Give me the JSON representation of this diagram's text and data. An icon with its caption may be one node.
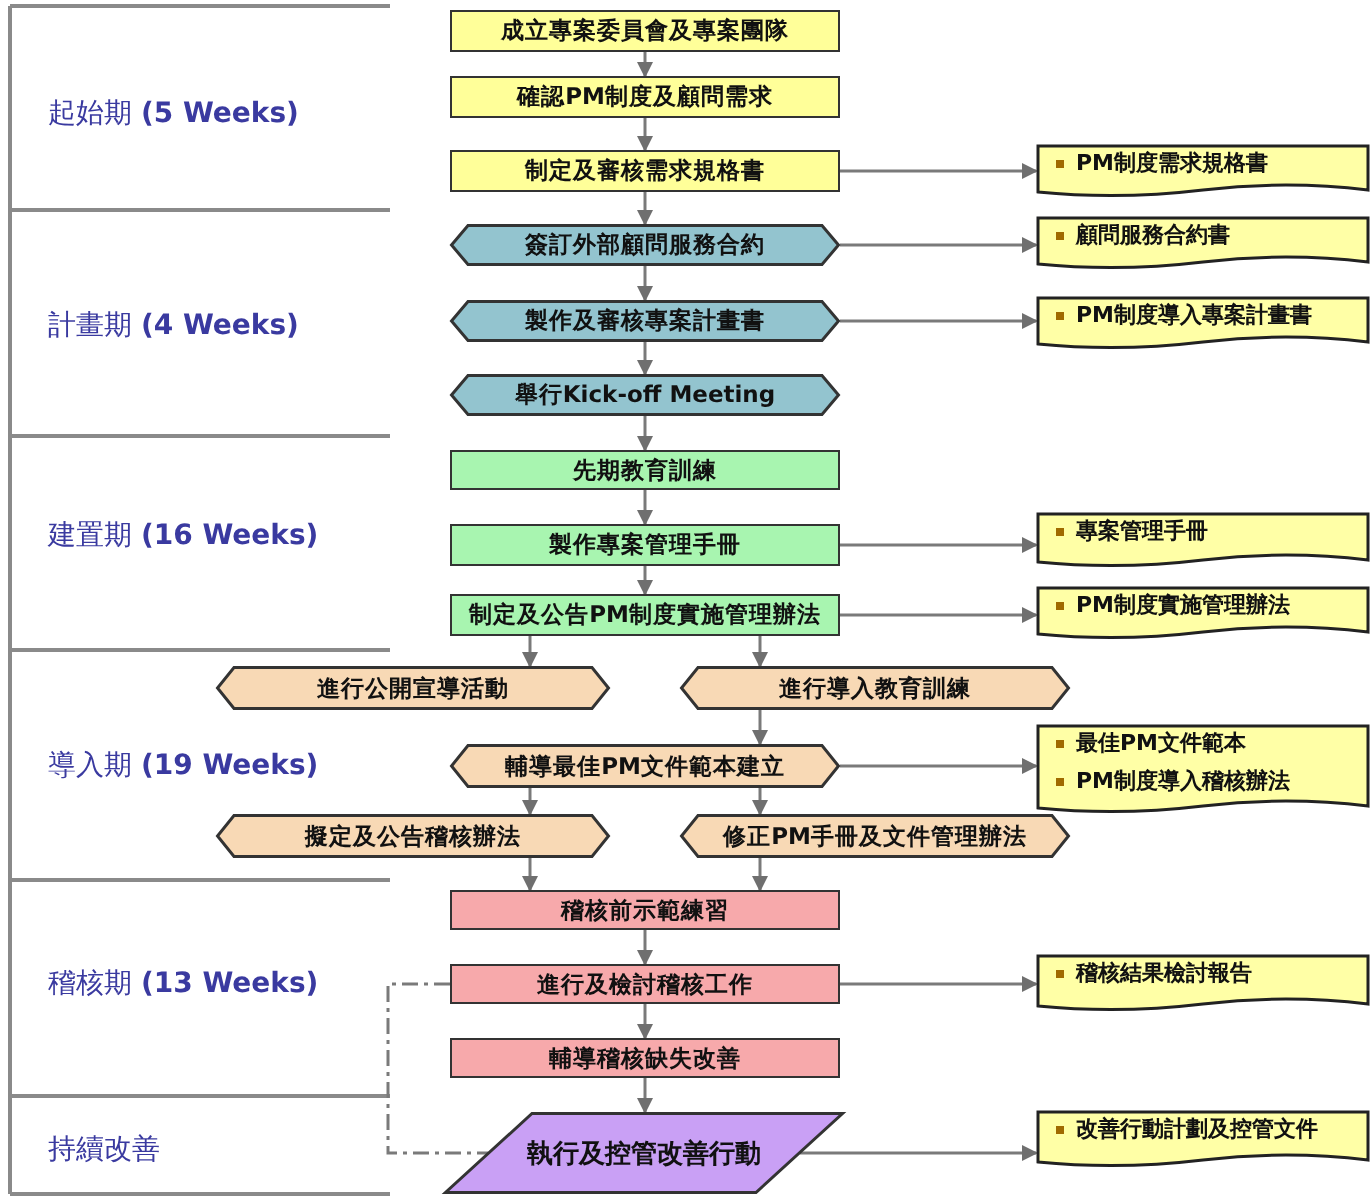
{
  "diagram": {
    "nodes": [
      {
        "text": [
          "成立專案委員會及專案團隊"
        ]
      },
      {
        "text": [
          "確認PM制度及顧問需求"
        ]
      },
      {
        "text": [
          "制定及審核需求規格書"
        ]
      },
      {
        "text": [
          "PM制度需求規格書"
        ]
      },
      {
        "text": [
          "簽訂外部顧問服務合約"
        ]
      },
      {
        "text": [
          "顧問服務合約書"
        ]
      },
      {
        "text": [
          "製作及審核專案計畫書"
        ]
      },
      {
        "text": [
          "PM制度導入專案計畫書"
        ]
      },
      {
        "text": [
          "舉行Kick-off Meeting"
        ]
      },
      {
        "text": [
          "先期教育訓練"
        ]
      },
      {
        "text": [
          "製作專案管理手冊"
        ]
      },
      {
        "text": [
          "專案管理手冊"
        ]
      },
      {
        "text": [
          "制定及公告PM制度實施管理辦法"
        ]
      },
      {
        "text": [
          "PM制度實施管理辦法"
        ]
      },
      {
        "text": [
          "進行公開宣導活動"
        ]
      },
      {
        "text": [
          "進行導入教育訓練"
        ]
      },
      {
        "text": [
          "輔導最佳PM文件範本建立"
        ]
      },
      {
        "text": [
          "最佳PM文件範本",
          "PM制度導入稽核辦法"
        ]
      },
      {
        "text": [
          "擬定及公告稽核辦法"
        ]
      },
      {
        "text": [
          "修正PM手冊及文件管理辦法"
        ]
      },
      {
        "text": [
          "稽核前示範練習"
        ]
      },
      {
        "text": [
          "進行及檢討稽核工作"
        ]
      },
      {
        "text": [
          "稽核結果檢討報告"
        ]
      },
      {
        "text": [
          "輔導稽核缺失改善"
        ]
      },
      {
        "text": [
          "執行及控管改善行動"
        ]
      },
      {
        "text": [
          "改善行動計劃及控管文件"
        ]
      }
    ],
    "edges": [
      {
        "from": 0,
        "to": 1,
        "arrow": "to"
      },
      {
        "from": 1,
        "to": 2,
        "arrow": "to"
      },
      {
        "from": 2,
        "to": 3,
        "arrow": "to"
      },
      {
        "from": 2,
        "to": 4,
        "arrow": "to"
      },
      {
        "from": 4,
        "to": 5,
        "arrow": "to"
      },
      {
        "from": 4,
        "to": 6,
        "arrow": "to"
      },
      {
        "from": 6,
        "to": 7,
        "arrow": "to"
      },
      {
        "from": 6,
        "to": 8,
        "arrow": "to"
      },
      {
        "from": 8,
        "to": 9,
        "arrow": "to"
      },
      {
        "from": 9,
        "to": 10,
        "arrow": "to"
      },
      {
        "from": 10,
        "to": 11,
        "arrow": "to"
      },
      {
        "from": 10,
        "to": 12,
        "arrow": "to"
      },
      {
        "from": 12,
        "to": 13,
        "arrow": "to"
      },
      {
        "from": 12,
        "to": 14,
        "arrow": "to"
      },
      {
        "from": 12,
        "to": 15,
        "arrow": "to"
      },
      {
        "from": 15,
        "to": 16,
        "arrow": "to"
      },
      {
        "from": 16,
        "to": 17,
        "arrow": "to"
      },
      {
        "from": 16,
        "to": 18,
        "arrow": "to"
      },
      {
        "from": 16,
        "to": 19,
        "arrow": "to"
      },
      {
        "from": 18,
        "to": 20,
        "arrow": "to"
      },
      {
        "from": 19,
        "to": 20,
        "arrow": "to"
      },
      {
        "from": 20,
        "to": 21,
        "arrow": "to"
      },
      {
        "from": 21,
        "to": 22,
        "arrow": "to"
      },
      {
        "from": 21,
        "to": 23,
        "arrow": "to"
      },
      {
        "from": 21,
        "to": 24,
        "arrow": "none",
        "style": "dashed"
      },
      {
        "from": 23,
        "to": 24,
        "arrow": "to"
      },
      {
        "from": 24,
        "to": 25,
        "arrow": "to"
      }
    ],
    "labels": [
      "起始期 **(5 Weeks)**",
      "計畫期 **(4 Weeks)**",
      "建置期 **(16 Weeks)**",
      "導入期 **(19 Weeks)**",
      "稽核期 **(13 Weeks)**",
      "持續改善"
    ]
  }
}
